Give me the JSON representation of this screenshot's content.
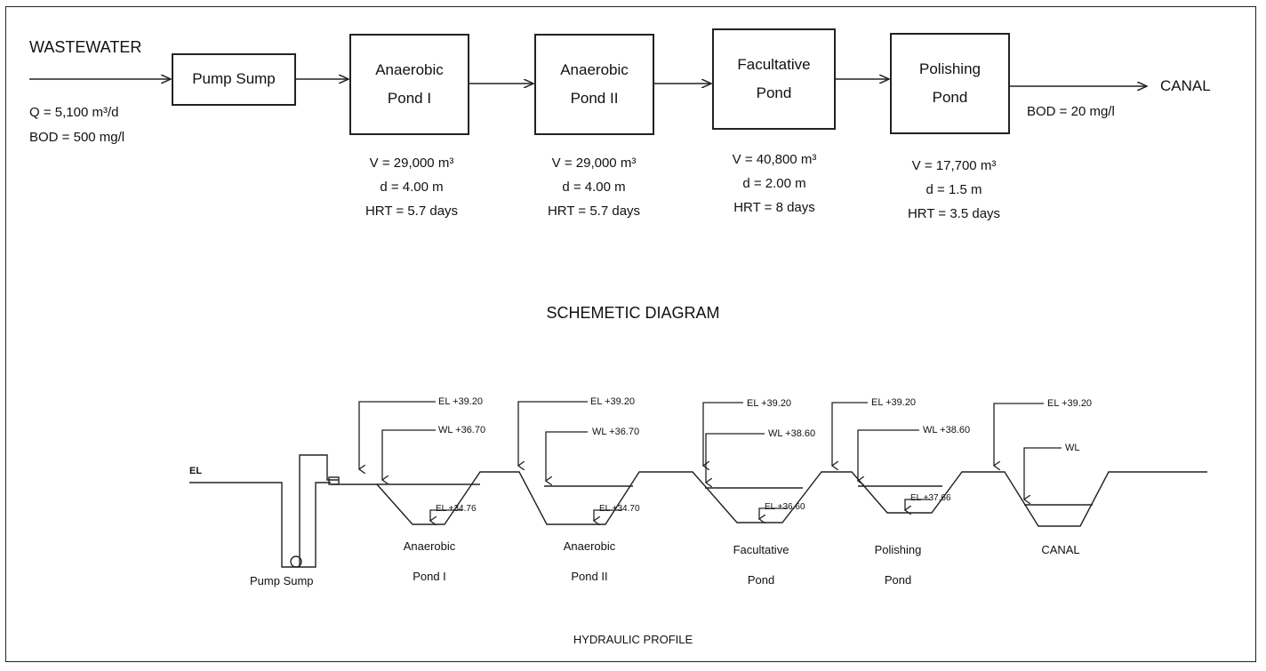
{
  "schematic": {
    "inlet_label": "WASTEWATER",
    "inlet_flow": "Q = 5,100 m³/d",
    "inlet_bod": "BOD = 500 mg/l",
    "outlet_label": "CANAL",
    "outlet_bod": "BOD = 20 mg/l",
    "units": [
      {
        "line1": "Pump Sump",
        "line2": ""
      },
      {
        "line1": "Anaerobic",
        "line2": "Pond I",
        "V": "V = 29,000 m³",
        "d": "d = 4.00 m",
        "HRT": "HRT = 5.7 days"
      },
      {
        "line1": "Anaerobic",
        "line2": "Pond II",
        "V": "V = 29,000 m³",
        "d": "d = 4.00 m",
        "HRT": "HRT = 5.7 days"
      },
      {
        "line1": "Facultative",
        "line2": "Pond",
        "V": "V = 40,800 m³",
        "d": "d = 2.00 m",
        "HRT": "HRT = 8 days"
      },
      {
        "line1": "Polishing",
        "line2": "Pond",
        "V": "V = 17,700 m³",
        "d": "d = 1.5 m",
        "HRT": "HRT = 3.5 days"
      }
    ],
    "caption": "SCHEMETIC DIAGRAM"
  },
  "profile": {
    "caption": "HYDRAULIC PROFILE",
    "ground_label": "EL",
    "pump_label": "Pump Sump",
    "sections": [
      {
        "el_top": "EL +39.20",
        "wl": "WL +36.70",
        "el_bottom": "EL +34.76",
        "name1": "Anaerobic",
        "name2": "Pond I"
      },
      {
        "el_top": "EL +39.20",
        "wl": "WL +36.70",
        "el_bottom": "EL +34.70",
        "name1": "Anaerobic",
        "name2": "Pond II"
      },
      {
        "el_top": "EL +39.20",
        "wl": "WL +38.60",
        "el_bottom": "EL +36.60",
        "name1": "Facultative",
        "name2": "Pond"
      },
      {
        "el_top": "EL +39.20",
        "wl": "WL +38.60",
        "el_bottom": "EL +37.66",
        "name1": "Polishing",
        "name2": "Pond"
      },
      {
        "el_top": "EL +39.20",
        "wl": "WL",
        "el_bottom": "",
        "name1": "CANAL",
        "name2": ""
      }
    ]
  }
}
